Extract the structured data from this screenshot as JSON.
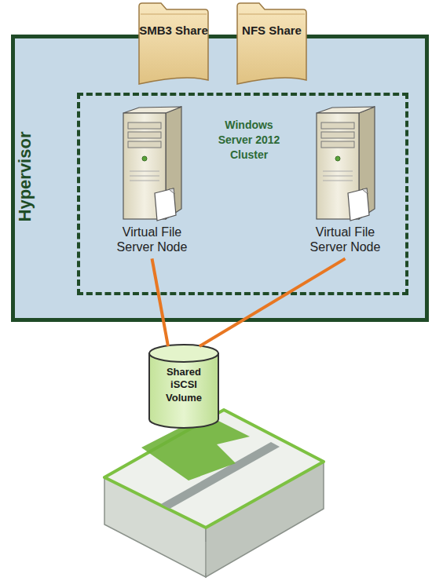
{
  "diagram": {
    "nodes": [
      {
        "text": [
          "SMB3 Share"
        ]
      },
      {
        "text": [
          "NFS Share"
        ]
      },
      {
        "text": [
          "Hypervisor"
        ]
      },
      {
        "text": [
          "Windows Server 2012 Cluster"
        ],
        "in": 2
      },
      {
        "text": [
          "Virtual File Server Node"
        ],
        "in": 3
      },
      {
        "text": [
          "Virtual File Server Node"
        ],
        "in": 3
      },
      {
        "text": [
          "Shared iSCSI Volume"
        ]
      }
    ],
    "edges": [
      {
        "from": 4,
        "to": 6,
        "arrow": "none"
      },
      {
        "from": 5,
        "to": 6,
        "arrow": "none"
      }
    ]
  }
}
